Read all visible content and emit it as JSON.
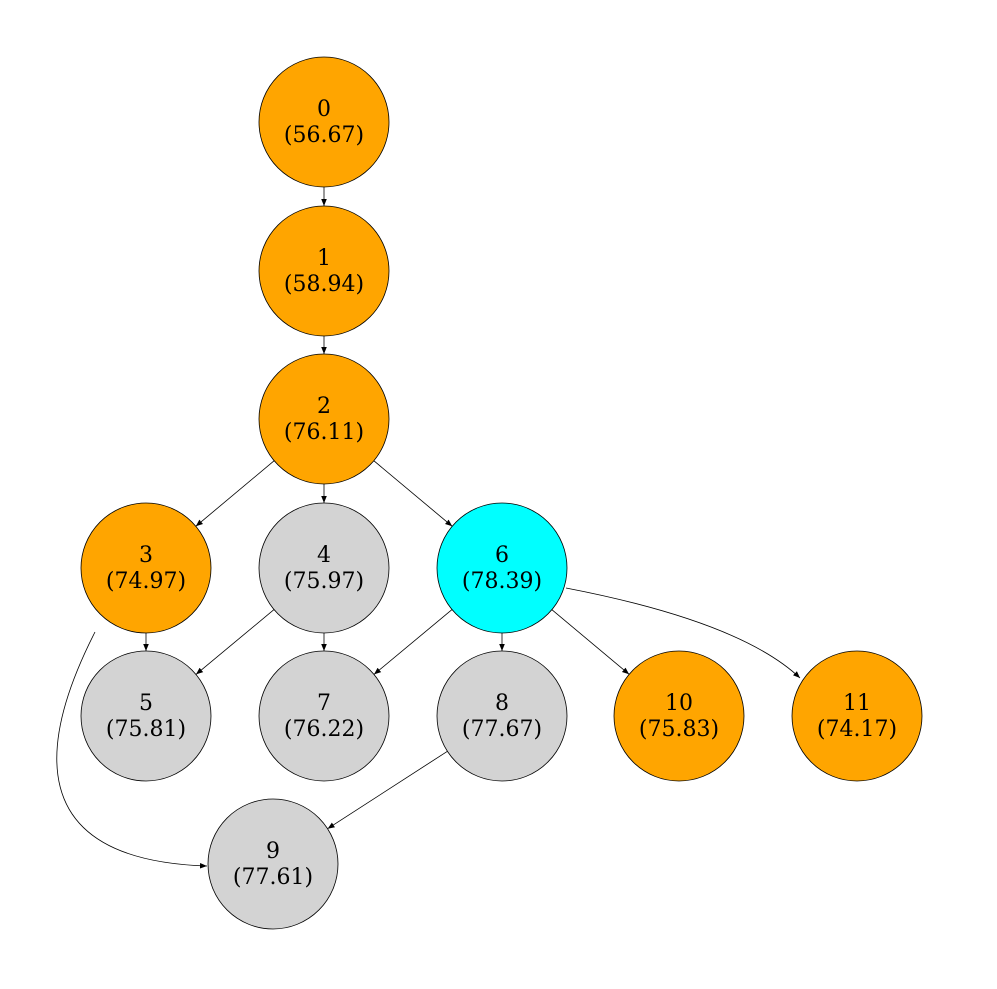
{
  "colors": {
    "orange": "#FFA500",
    "cyan": "#00FFFF",
    "gray": "#D3D3D3",
    "edge": "#000000"
  },
  "nodes": [
    {
      "id": "0",
      "id_label": "0",
      "score_label": "(56.67)",
      "color": "orange"
    },
    {
      "id": "1",
      "id_label": "1",
      "score_label": "(58.94)",
      "color": "orange"
    },
    {
      "id": "2",
      "id_label": "2",
      "score_label": "(76.11)",
      "color": "orange"
    },
    {
      "id": "3",
      "id_label": "3",
      "score_label": "(74.97)",
      "color": "orange"
    },
    {
      "id": "4",
      "id_label": "4",
      "score_label": "(75.97)",
      "color": "gray"
    },
    {
      "id": "6",
      "id_label": "6",
      "score_label": "(78.39)",
      "color": "cyan"
    },
    {
      "id": "5",
      "id_label": "5",
      "score_label": "(75.81)",
      "color": "gray"
    },
    {
      "id": "7",
      "id_label": "7",
      "score_label": "(76.22)",
      "color": "gray"
    },
    {
      "id": "8",
      "id_label": "8",
      "score_label": "(77.67)",
      "color": "gray"
    },
    {
      "id": "10",
      "id_label": "10",
      "score_label": "(75.83)",
      "color": "orange"
    },
    {
      "id": "11",
      "id_label": "11",
      "score_label": "(74.17)",
      "color": "orange"
    },
    {
      "id": "9",
      "id_label": "9",
      "score_label": "(77.61)",
      "color": "gray"
    }
  ],
  "edges": [
    {
      "from": "0",
      "to": "1"
    },
    {
      "from": "1",
      "to": "2"
    },
    {
      "from": "2",
      "to": "3"
    },
    {
      "from": "2",
      "to": "4"
    },
    {
      "from": "2",
      "to": "6"
    },
    {
      "from": "3",
      "to": "5"
    },
    {
      "from": "3",
      "to": "9"
    },
    {
      "from": "4",
      "to": "5"
    },
    {
      "from": "4",
      "to": "7"
    },
    {
      "from": "6",
      "to": "7"
    },
    {
      "from": "6",
      "to": "8"
    },
    {
      "from": "6",
      "to": "10"
    },
    {
      "from": "6",
      "to": "11"
    },
    {
      "from": "8",
      "to": "9"
    }
  ]
}
